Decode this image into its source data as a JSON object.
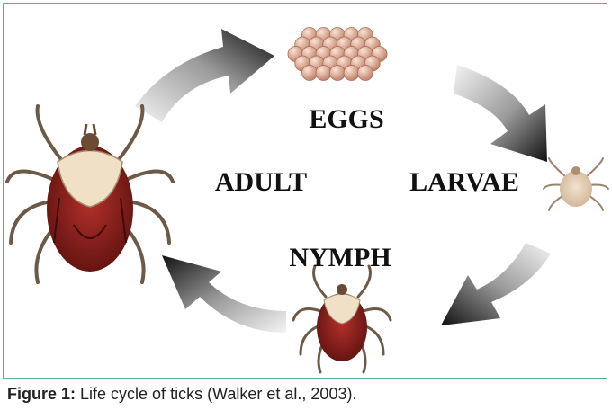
{
  "diagram": {
    "stages": {
      "eggs": "EGGS",
      "larvae": "LARVAE",
      "nymph": "NYMPH",
      "adult": "ADULT"
    },
    "colors": {
      "frame": "#4fb3a6",
      "arrow_dark": "#1a1a1a",
      "egg": "#d9a089",
      "tick_body_red": "#8e1f1a",
      "tick_scutum": "#efe0c6"
    }
  },
  "caption": {
    "label": "Figure 1:",
    "text": " Life cycle of ticks (Walker et al., 2003)."
  }
}
